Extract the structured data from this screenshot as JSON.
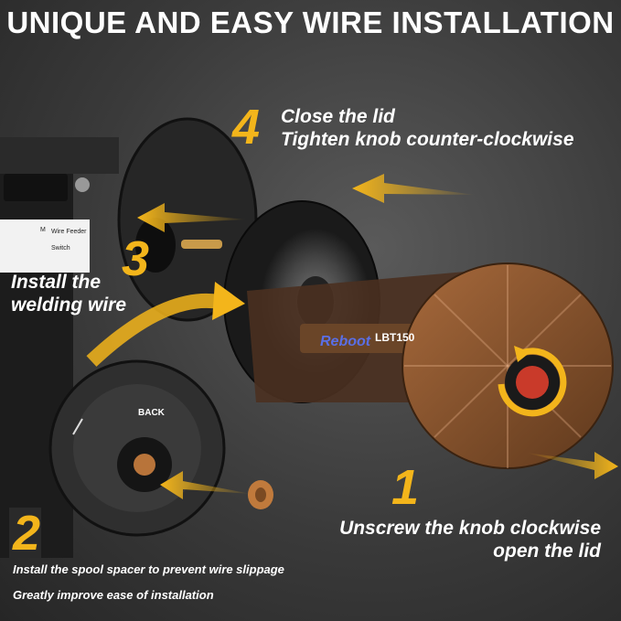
{
  "heading": "UNIQUE AND EASY WIRE INSTALLATION",
  "steps": [
    {
      "number": "1",
      "line1": "Unscrew the knob clockwise",
      "line2": "open the lid"
    },
    {
      "number": "2",
      "line1": "Install the spool  spacer to prevent wire slippage",
      "line2": "Greatly improve ease of installation"
    },
    {
      "number": "3",
      "line1": "Install the",
      "line2": "welding wire"
    },
    {
      "number": "4",
      "line1": "Close the lid",
      "line2": "Tighten knob counter-clockwise"
    }
  ],
  "product": {
    "brand": "Reboot",
    "model": "LBT150",
    "spool_label": "BACK"
  },
  "panel": {
    "label_wire_feeder": "Wire Feeder",
    "label_switch": "Switch",
    "motor_symbol": "M"
  },
  "colors": {
    "accent": "#f3b51b",
    "text": "#ffffff",
    "background": "#3a3a3a",
    "lid": "#8a5630",
    "brand_blue": "#4a5fd9"
  },
  "icons": [
    "rotate-arrow-icon",
    "direction-arrow-icon"
  ]
}
